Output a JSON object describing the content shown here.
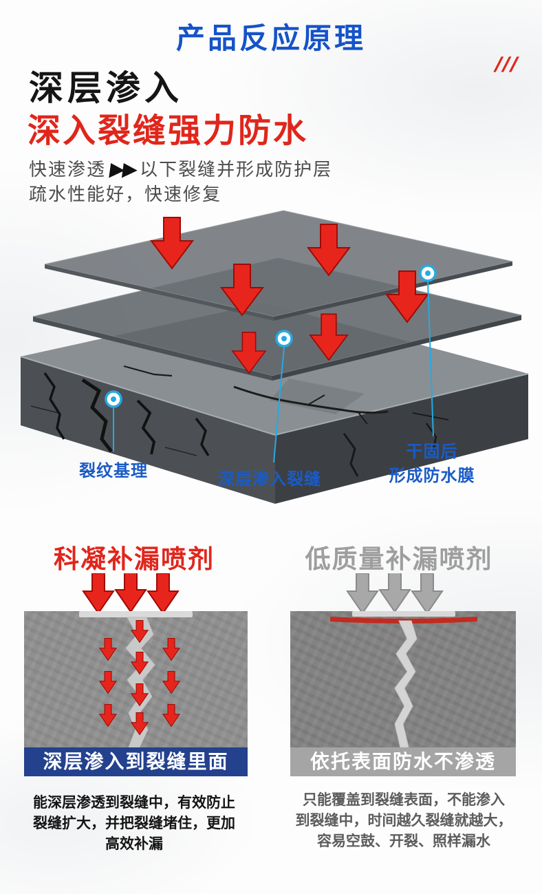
{
  "colors": {
    "title_blue": "#1553c8",
    "accent_red": "#e0261c",
    "label_blue": "#1a5bc5",
    "banner_blue": "#24418e",
    "banner_gray": "#a5a5a5"
  },
  "header": {
    "title": "产品反应原理",
    "slashes": "///"
  },
  "hero": {
    "heading_black": "深层渗入",
    "heading_red": "深入裂缝强力防水",
    "line1_prefix": "快速渗透",
    "line1_arrows": "▶▶",
    "line1_suffix": "以下裂缝并形成防护层",
    "line2": "疏水性能好，快速修复"
  },
  "diagram": {
    "labels": {
      "crack_base": "裂纹基理",
      "deep_penetrate": "深层渗入裂缝",
      "waterproof_film": "干固后\n形成防水膜"
    }
  },
  "comparison": {
    "left": {
      "title": "科凝补漏喷剂",
      "banner": "深层渗入到裂缝里面",
      "description": "能深层渗透到裂缝中，有效防止\n裂缝扩大，并把裂缝堵住，更加\n高效补漏"
    },
    "right": {
      "title": "低质量补漏喷剂",
      "banner": "依托表面防水不渗透",
      "description": "只能覆盖到裂缝表面，不能渗入\n到裂缝中，时间越久裂缝就越大，\n容易空鼓、开裂、照样漏水"
    }
  }
}
